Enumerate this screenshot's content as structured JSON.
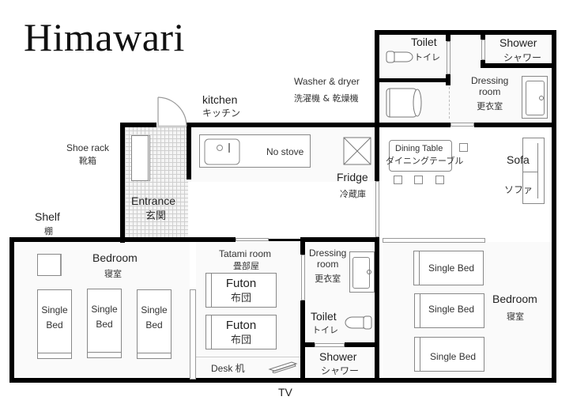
{
  "header": {
    "title": "Himawari"
  },
  "rooms": {
    "kitchen": {
      "en": "kitchen",
      "jp": "キッチン",
      "counter_note": "No stove"
    },
    "washer": {
      "en": "Washer & dryer",
      "jp": "洗濯機 & 乾燥機"
    },
    "toilet_top": {
      "en": "Toilet",
      "jp": "トイレ"
    },
    "shower_top": {
      "en": "Shower",
      "jp": "シャワー"
    },
    "dressing_top": {
      "en_line1": "Dressing",
      "en_line2": "room",
      "jp": "更衣室"
    },
    "shoe_rack": {
      "en": "Shoe rack",
      "jp": "靴箱"
    },
    "entrance": {
      "en": "Entrance",
      "jp": "玄関"
    },
    "shelf": {
      "en": "Shelf",
      "jp": "棚"
    },
    "fridge": {
      "en": "Fridge",
      "jp": "冷蔵庫"
    },
    "dining": {
      "en": "Dining Table",
      "jp": "ダイニングテーブル"
    },
    "sofa": {
      "en": "Sofa",
      "jp": "ソファ"
    },
    "bedroom_left": {
      "en": "Bedroom",
      "jp": "寝室",
      "beds": [
        {
          "line1": "Single",
          "line2": "Bed"
        },
        {
          "line1": "Single",
          "line2": "Bed"
        },
        {
          "line1": "Single",
          "line2": "Bed"
        }
      ]
    },
    "tatami": {
      "en": "Tatami room",
      "jp": "畳部屋",
      "futons": [
        {
          "en": "Futon",
          "jp": "布団"
        },
        {
          "en": "Futon",
          "jp": "布団"
        }
      ],
      "desk": "Desk 机"
    },
    "dressing_bottom": {
      "en_line1": "Dressing",
      "en_line2": "room",
      "jp": "更衣室"
    },
    "toilet_bottom": {
      "en": "Toilet",
      "jp": "トイレ"
    },
    "shower_bottom": {
      "en": "Shower",
      "jp": "シャワー"
    },
    "bedroom_right": {
      "en": "Bedroom",
      "jp": "寝室",
      "beds": [
        "Single Bed",
        "Single Bed",
        "Single Bed"
      ]
    },
    "tv": {
      "label": "TV"
    }
  }
}
